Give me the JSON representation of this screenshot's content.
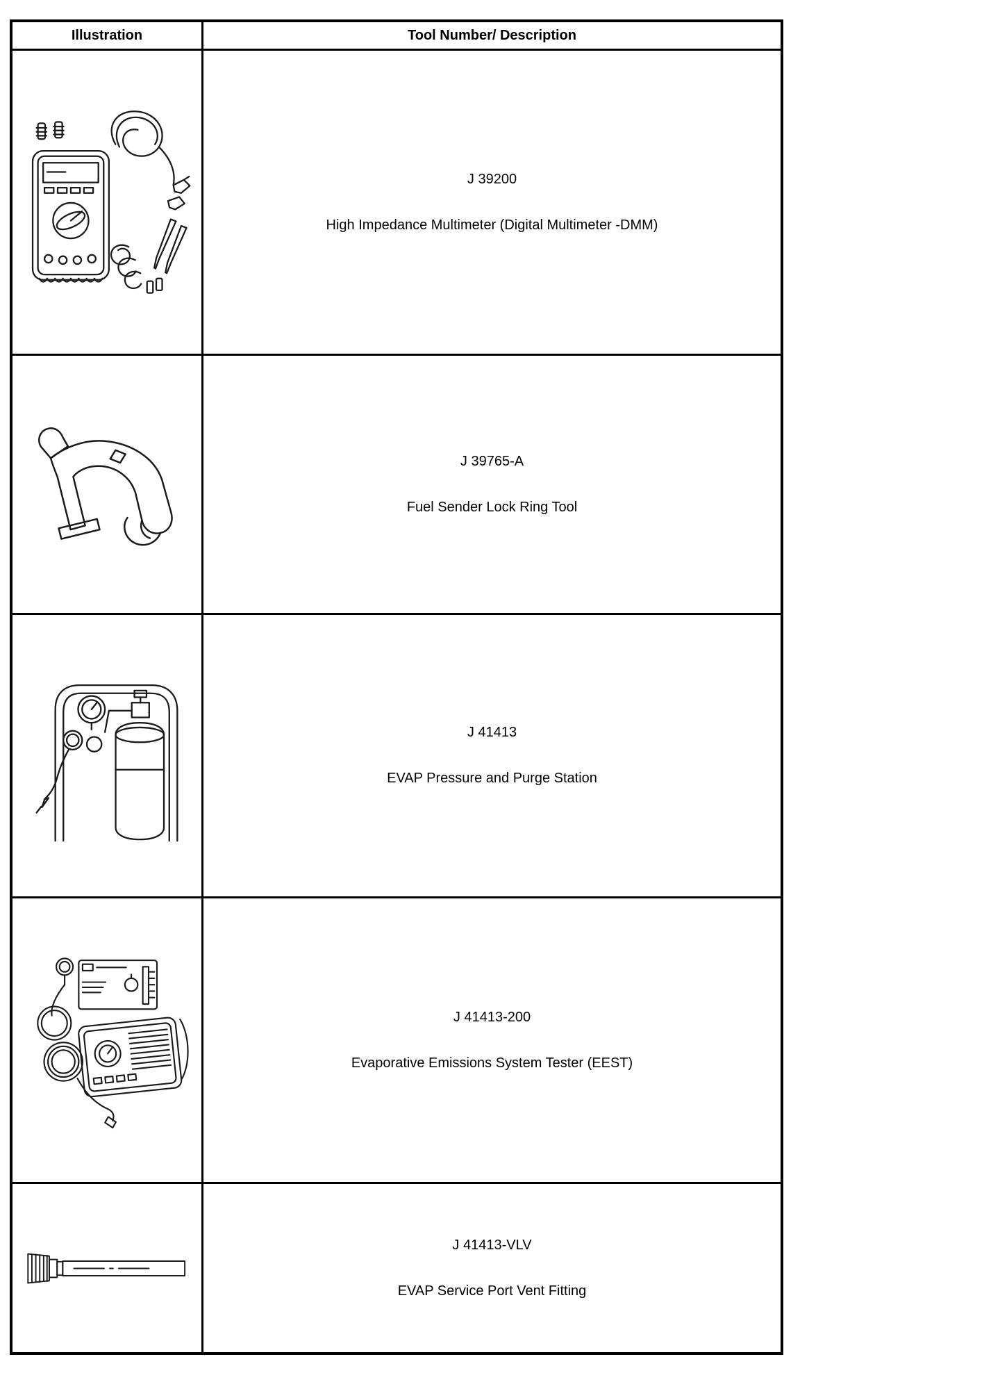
{
  "colors": {
    "page_background": "#ffffff",
    "table_border": "#000000",
    "text": "#000000",
    "line_art": "#1a1a1a"
  },
  "table": {
    "header": {
      "illustration": "Illustration",
      "description": "Tool Number/ Description"
    },
    "rows": [
      {
        "tool_number": "J 39200",
        "description": "High Impedance Multimeter (Digital Multimeter -DMM)",
        "icon": "multimeter-illustration"
      },
      {
        "tool_number": "J 39765-A",
        "description": "Fuel Sender Lock Ring Tool",
        "icon": "lock-ring-tool-illustration"
      },
      {
        "tool_number": "J 41413",
        "description": "EVAP Pressure and Purge Station",
        "icon": "pressure-purge-station-illustration"
      },
      {
        "tool_number": "J 41413-200",
        "description": "Evaporative Emissions System Tester (EEST)",
        "icon": "emissions-system-tester-illustration"
      },
      {
        "tool_number": "J 41413-VLV",
        "description": "EVAP Service Port Vent Fitting",
        "icon": "vent-fitting-illustration"
      }
    ]
  }
}
